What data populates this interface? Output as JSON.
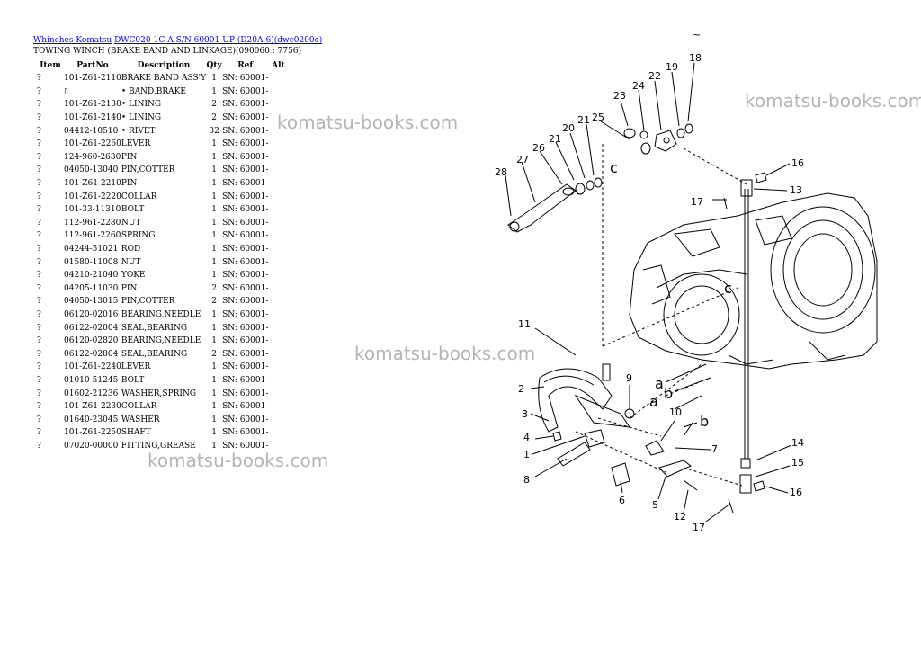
{
  "breadcrumb": {
    "link1": "Whinches Komatsu",
    "link2": "DWC020-1C-A S/N 60001-UP (D20A-6)(dwc0200c)"
  },
  "title": "TOWING WINCH (BRAKE BAND AND LINKAGE)(090060 : 7756)",
  "table": {
    "headers": [
      "Item",
      "PartNo",
      "Description",
      "Qty",
      "Ref",
      "Alt"
    ],
    "rows": [
      [
        "?",
        "101-Z61-2110",
        "BRAKE BAND ASS'Y",
        "1",
        "SN: 60001-"
      ],
      [
        "?",
        "▯",
        "• BAND,BRAKE",
        "1",
        "SN: 60001-"
      ],
      [
        "?",
        "101-Z61-2130",
        "• LINING",
        "2",
        "SN: 60001-"
      ],
      [
        "?",
        "101-Z61-2140",
        "• LINING",
        "2",
        "SN: 60001-"
      ],
      [
        "?",
        "04412-10510",
        "• RIVET",
        "32",
        "SN: 60001-"
      ],
      [
        "?",
        "101-Z61-2260",
        "LEVER",
        "1",
        "SN: 60001-"
      ],
      [
        "?",
        "124-960-2630",
        "PIN",
        "1",
        "SN: 60001-"
      ],
      [
        "?",
        "04050-13040",
        "PIN,COTTER",
        "1",
        "SN: 60001-"
      ],
      [
        "?",
        "101-Z61-2210",
        "PIN",
        "1",
        "SN: 60001-"
      ],
      [
        "?",
        "101-Z61-2220",
        "COLLAR",
        "1",
        "SN: 60001-"
      ],
      [
        "?",
        "101-33-11310",
        "BOLT",
        "1",
        "SN: 60001-"
      ],
      [
        "?",
        "112-961-2280",
        "NUT",
        "1",
        "SN: 60001-"
      ],
      [
        "?",
        "112-961-2260",
        "SPRING",
        "1",
        "SN: 60001-"
      ],
      [
        "?",
        "04244-51021",
        "ROD",
        "1",
        "SN: 60001-"
      ],
      [
        "?",
        "01580-11008",
        "NUT",
        "1",
        "SN: 60001-"
      ],
      [
        "?",
        "04210-21040",
        "YOKE",
        "1",
        "SN: 60001-"
      ],
      [
        "?",
        "04205-11030",
        "PIN",
        "2",
        "SN: 60001-"
      ],
      [
        "?",
        "04050-13015",
        "PIN,COTTER",
        "2",
        "SN: 60001-"
      ],
      [
        "?",
        "06120-02016",
        "BEARING,NEEDLE",
        "1",
        "SN: 60001-"
      ],
      [
        "?",
        "06122-02004",
        "SEAL,BEARING",
        "1",
        "SN: 60001-"
      ],
      [
        "?",
        "06120-02820",
        "BEARING,NEEDLE",
        "1",
        "SN: 60001-"
      ],
      [
        "?",
        "06122-02804",
        "SEAL,BEARING",
        "2",
        "SN: 60001-"
      ],
      [
        "?",
        "101-Z61-2240",
        "LEVER",
        "1",
        "SN: 60001-"
      ],
      [
        "?",
        "01010-51245",
        "BOLT",
        "1",
        "SN: 60001-"
      ],
      [
        "?",
        "01602-21236",
        "WASHER,SPRING",
        "1",
        "SN: 60001-"
      ],
      [
        "?",
        "101-Z61-2230",
        "COLLAR",
        "1",
        "SN: 60001-"
      ],
      [
        "?",
        "01640-23045",
        "WASHER",
        "1",
        "SN: 60001-"
      ],
      [
        "?",
        "101-Z61-2250",
        "SHAFT",
        "1",
        "SN: 60001-"
      ],
      [
        "?",
        "07020-00000",
        "FITTING,GREASE",
        "1",
        "SN: 60001-"
      ]
    ]
  },
  "watermark": "komatsu-books.com",
  "diagram": {
    "labels": [
      "1",
      "2",
      "3",
      "4",
      "5",
      "6",
      "7",
      "8",
      "9",
      "10",
      "11",
      "12",
      "13",
      "14",
      "15",
      "16",
      "16",
      "17",
      "17",
      "18",
      "19",
      "20",
      "21",
      "21",
      "22",
      "23",
      "24",
      "25",
      "26",
      "27",
      "28",
      "a",
      "a",
      "b",
      "b",
      "c",
      "c",
      "~"
    ]
  }
}
